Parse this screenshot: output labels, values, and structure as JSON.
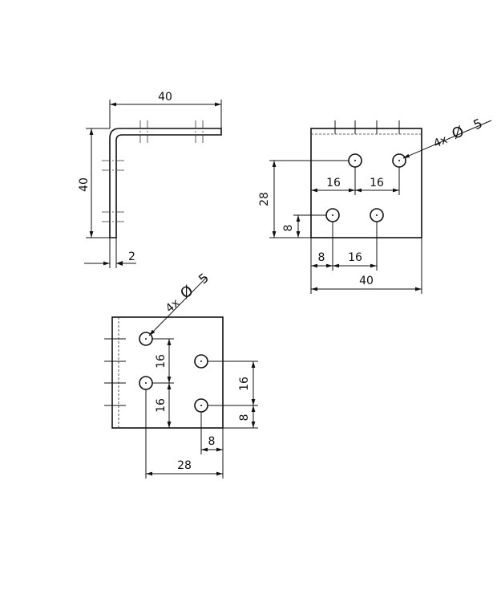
{
  "side_view": {
    "width_label": "40",
    "height_label": "40",
    "thickness_label": "2"
  },
  "right_view": {
    "hole_note_qty": "4x",
    "hole_note_symbol": "Ø",
    "hole_note_dia": "5",
    "dim_28": "28",
    "dim_8_vertical": "8",
    "dim_16_left_upper": "16",
    "dim_16_right_upper": "16",
    "dim_8_horizontal": "8",
    "dim_16_lower": "16",
    "dim_40": "40"
  },
  "bottom_view": {
    "hole_note_qty": "4x",
    "hole_note_symbol": "Ø",
    "hole_note_dia": "5",
    "dim_16_left_upper": "16",
    "dim_16_left_lower": "16",
    "dim_16_right": "16",
    "dim_8_right": "8",
    "dim_8_bottom": "8",
    "dim_28": "28"
  }
}
